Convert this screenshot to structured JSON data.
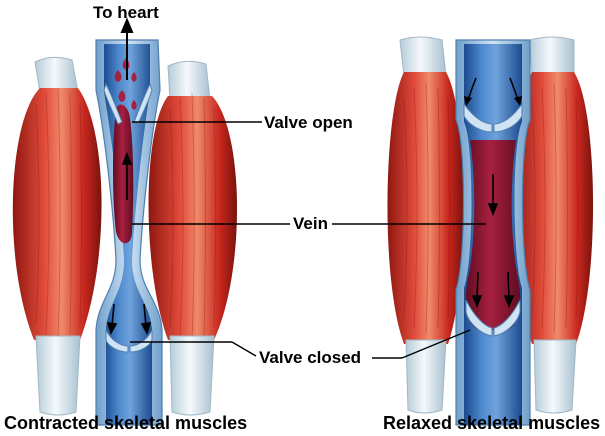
{
  "labels": {
    "to_heart": "To heart",
    "valve_open": "Valve open",
    "vein": "Vein",
    "valve_closed": "Valve closed",
    "caption_left": "Contracted skeletal muscles",
    "caption_right": "Relaxed skeletal muscles"
  },
  "colors": {
    "muscle": "#d2332b",
    "muscle_dark": "#8e1710",
    "muscle_light": "#f08a6a",
    "tendon": "#e9f2f7",
    "tendon_shade": "#b6ccd8",
    "vein_wall": "#8fb8dd",
    "vein_inner": "#2f6bb8",
    "vein_deep": "#1c4a8f",
    "blood": "#9e1b3a",
    "blood_dark": "#5e0d22"
  }
}
